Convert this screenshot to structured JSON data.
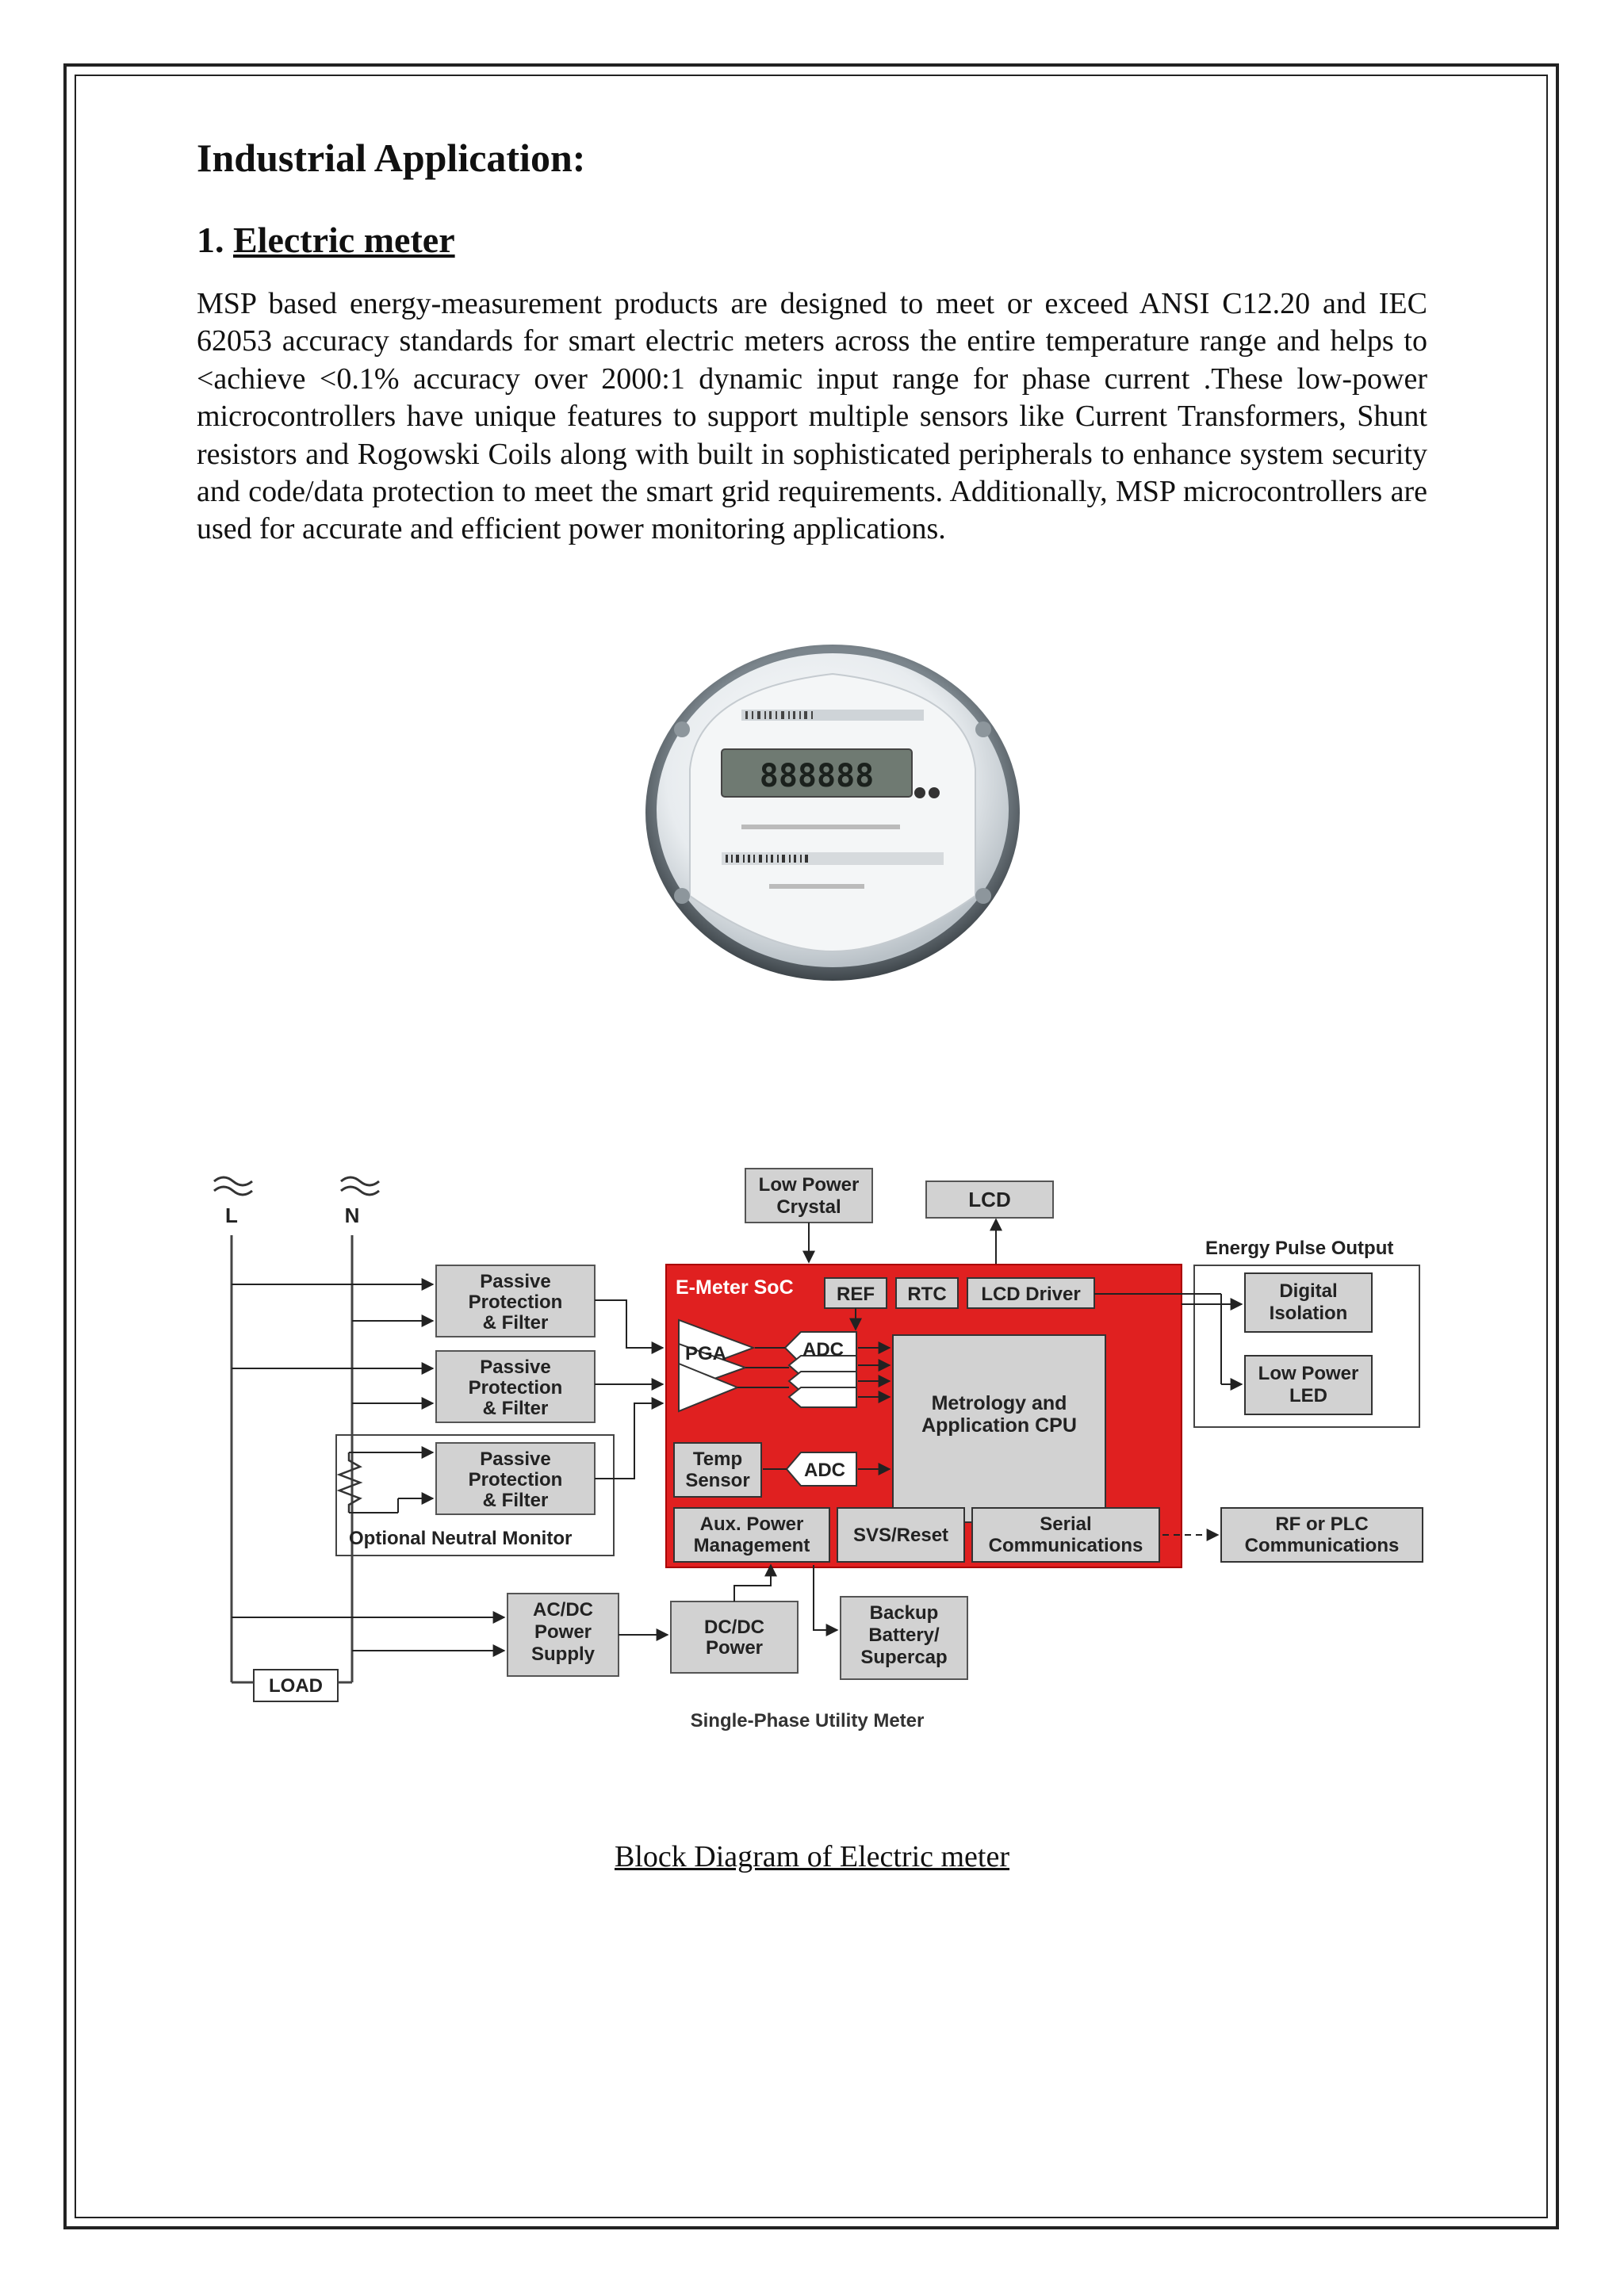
{
  "page": {
    "heading": "Industrial  Application:",
    "section_number": "1. ",
    "section_title": "Electric meter",
    "paragraph": "MSP based energy-measurement products are designed to meet or exceed ANSI C12.20 and IEC 62053 accuracy standards for smart electric meters across the entire temperature range and helps to <achieve <0.1% accuracy over 2000:1 dynamic input range for phase current .These low-power microcontrollers have unique features to support multiple sensors like Current Transformers, Shunt resistors and Rogowski Coils along with built in sophisticated peripherals to enhance system security and code/data protection to meet the smart grid requirements. Additionally, MSP microcontrollers are used for accurate and efficient power monitoring applications.",
    "caption": "Block Diagram of Electric meter"
  },
  "meter_photo": {
    "display_digits": "888888"
  },
  "diagram": {
    "line_l": "L",
    "line_n": "N",
    "low_power_crystal": [
      "Low Power",
      "Crystal"
    ],
    "lcd": "LCD",
    "energy_pulse_output": "Energy Pulse Output",
    "soc_title": "E-Meter SoC",
    "ref": "REF",
    "rtc": "RTC",
    "lcd_driver": "LCD Driver",
    "digital_isolation": [
      "Digital",
      "Isolation"
    ],
    "low_power_led": [
      "Low Power",
      "LED"
    ],
    "passive_protection": [
      "Passive",
      "Protection",
      "& Filter"
    ],
    "pga": "PGA",
    "adc": "ADC",
    "metrology_cpu": [
      "Metrology and",
      "Application CPU"
    ],
    "temp_sensor": [
      "Temp",
      "Sensor"
    ],
    "optional_neutral_monitor": "Optional Neutral Monitor",
    "aux_power": [
      "Aux. Power",
      "Management"
    ],
    "svs_reset": "SVS/Reset",
    "serial_comm": [
      "Serial",
      "Communications"
    ],
    "rf_plc": [
      "RF or PLC",
      "Communications"
    ],
    "acdc": [
      "AC/DC",
      "Power",
      "Supply"
    ],
    "dcdc": [
      "DC/DC",
      "Power"
    ],
    "backup": [
      "Backup",
      "Battery/",
      "Supercap"
    ],
    "load": "LOAD",
    "title": "Single-Phase Utility Meter"
  },
  "colors": {
    "soc_red": "#e02020",
    "block_gray": "#d2d2d2",
    "text": "#111111"
  }
}
